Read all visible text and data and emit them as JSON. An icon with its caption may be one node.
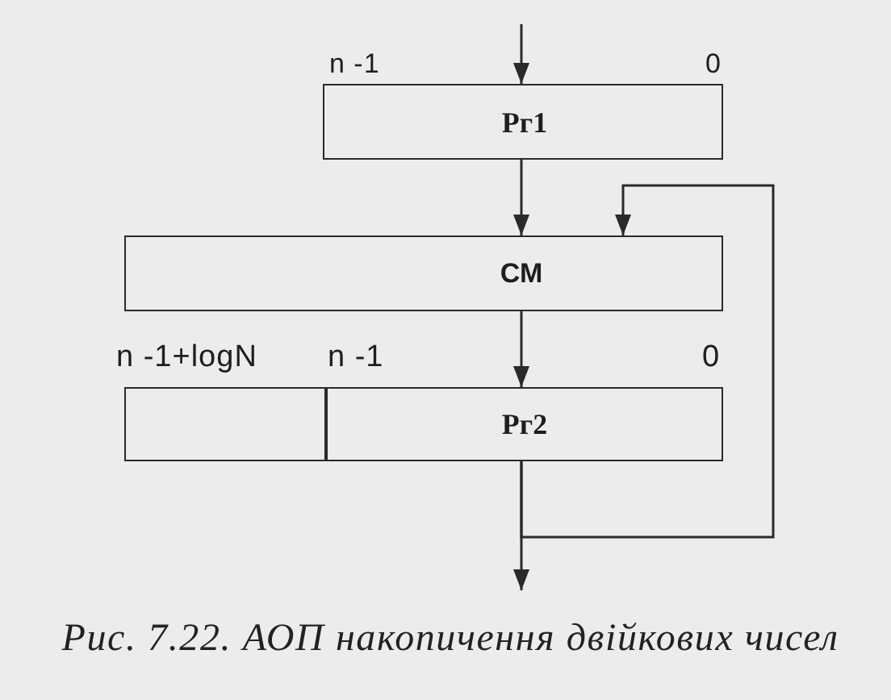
{
  "diagram": {
    "caption": "Рис. 7.22. АОП накопичення двійкових чисел",
    "nodes": [
      {
        "text": [
          "Рг1"
        ],
        "beside": [
          "n -1",
          "0"
        ]
      },
      {
        "text": [
          "СМ"
        ]
      },
      {
        "text": [
          "Рг2"
        ],
        "beside": [
          "n -1+logN",
          "n -1",
          "0"
        ]
      }
    ],
    "edges": [
      {
        "from": null,
        "to": 0,
        "arrow": "to"
      },
      {
        "from": 0,
        "to": 1,
        "arrow": "to"
      },
      {
        "from": 1,
        "to": 2,
        "arrow": "to"
      },
      {
        "from": 2,
        "to": null,
        "arrow": "to"
      },
      {
        "from": 2,
        "to": 1,
        "arrow": "to"
      }
    ]
  }
}
